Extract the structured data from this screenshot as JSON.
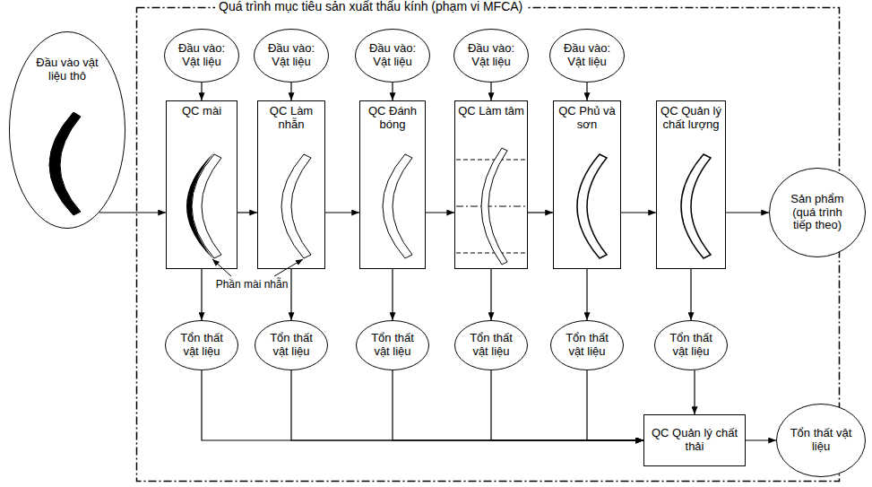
{
  "diagram": {
    "nodes": [
      {
        "text": [
          "Đầu vào vật liệu thô"
        ]
      },
      {
        "text": [
          "Quá trình mục tiêu sản xuất thấu kính (phạm vi MFCA)"
        ]
      },
      {
        "text": [
          "Đầu vào: Vật liệu"
        ],
        "in": 1
      },
      {
        "text": [
          "Đầu vào: Vật liệu"
        ],
        "in": 1
      },
      {
        "text": [
          "Đầu vào: Vật liệu"
        ],
        "in": 1
      },
      {
        "text": [
          "Đầu vào: Vật liệu"
        ],
        "in": 1
      },
      {
        "text": [
          "Đầu vào: Vật liệu"
        ],
        "in": 1
      },
      {
        "text": [
          "QC mài"
        ],
        "in": 1
      },
      {
        "text": [
          "QC Làm nhẵn"
        ],
        "in": 1
      },
      {
        "text": [
          "QC Đánh bóng"
        ],
        "in": 1
      },
      {
        "text": [
          "QC Làm tâm"
        ],
        "in": 1
      },
      {
        "text": [
          "QC Phủ và sơn"
        ],
        "in": 1
      },
      {
        "text": [
          "QC Quản lý chất lượng"
        ],
        "in": 1
      },
      {
        "text": [
          "Tổn thất vật liệu"
        ],
        "in": 1
      },
      {
        "text": [
          "Tổn thất vật liệu"
        ],
        "in": 1
      },
      {
        "text": [
          "Tổn thất vật liệu"
        ],
        "in": 1
      },
      {
        "text": [
          "Tổn thất vật liệu"
        ],
        "in": 1
      },
      {
        "text": [
          "Tổn thất vật liệu"
        ],
        "in": 1
      },
      {
        "text": [
          "Tổn thất vật liệu"
        ],
        "in": 1
      },
      {
        "text": [
          "QC Quản lý chất thải"
        ],
        "in": 1
      },
      {
        "text": [
          "Sản phẩm (quá trình tiếp theo)"
        ]
      },
      {
        "text": [
          "Tổn thất vật liệu"
        ]
      }
    ],
    "edges": [
      {
        "from": 0,
        "to": 7,
        "arrow": "to"
      },
      {
        "from": 2,
        "to": 7,
        "arrow": "to"
      },
      {
        "from": 3,
        "to": 8,
        "arrow": "to"
      },
      {
        "from": 4,
        "to": 9,
        "arrow": "to"
      },
      {
        "from": 5,
        "to": 10,
        "arrow": "to"
      },
      {
        "from": 6,
        "to": 11,
        "arrow": "to"
      },
      {
        "from": 7,
        "to": 8,
        "arrow": "to"
      },
      {
        "from": 8,
        "to": 9,
        "arrow": "to"
      },
      {
        "from": 9,
        "to": 10,
        "arrow": "to"
      },
      {
        "from": 10,
        "to": 11,
        "arrow": "to"
      },
      {
        "from": 11,
        "to": 12,
        "arrow": "to"
      },
      {
        "from": 12,
        "to": 20,
        "arrow": "to"
      },
      {
        "from": 7,
        "to": 13,
        "arrow": "to"
      },
      {
        "from": 8,
        "to": 14,
        "arrow": "to"
      },
      {
        "from": 9,
        "to": 15,
        "arrow": "to"
      },
      {
        "from": 10,
        "to": 16,
        "arrow": "to"
      },
      {
        "from": 11,
        "to": 17,
        "arrow": "to"
      },
      {
        "from": 12,
        "to": 18,
        "arrow": "to"
      },
      {
        "from": 13,
        "to": 19,
        "arrow": "to"
      },
      {
        "from": 14,
        "to": 19,
        "arrow": "to"
      },
      {
        "from": 15,
        "to": 19,
        "arrow": "to"
      },
      {
        "from": 16,
        "to": 19,
        "arrow": "to"
      },
      {
        "from": 17,
        "to": 19,
        "arrow": "to"
      },
      {
        "from": 18,
        "to": 19,
        "arrow": "to"
      },
      {
        "from": 19,
        "to": 21,
        "arrow": "to"
      }
    ],
    "labels": [
      "Phần mài nhẵn"
    ]
  }
}
